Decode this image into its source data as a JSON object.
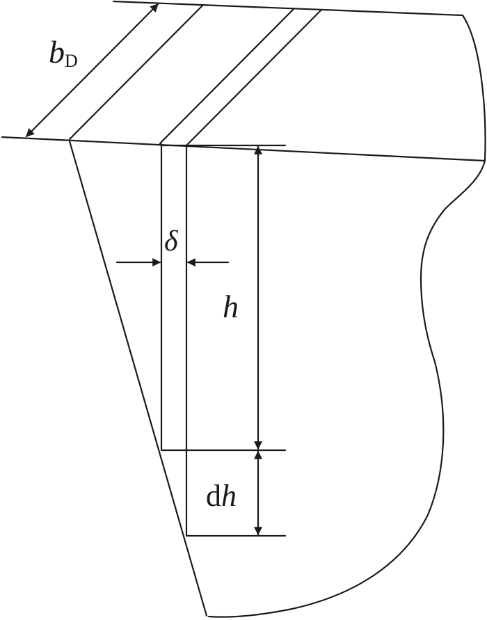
{
  "labels": {
    "bD_main": "b",
    "bD_sub": "D",
    "delta": "δ",
    "h": "h",
    "dh_d": "d",
    "dh_h": "h"
  },
  "colors": {
    "ink": "#1a1a1a",
    "background": "#ffffff"
  }
}
